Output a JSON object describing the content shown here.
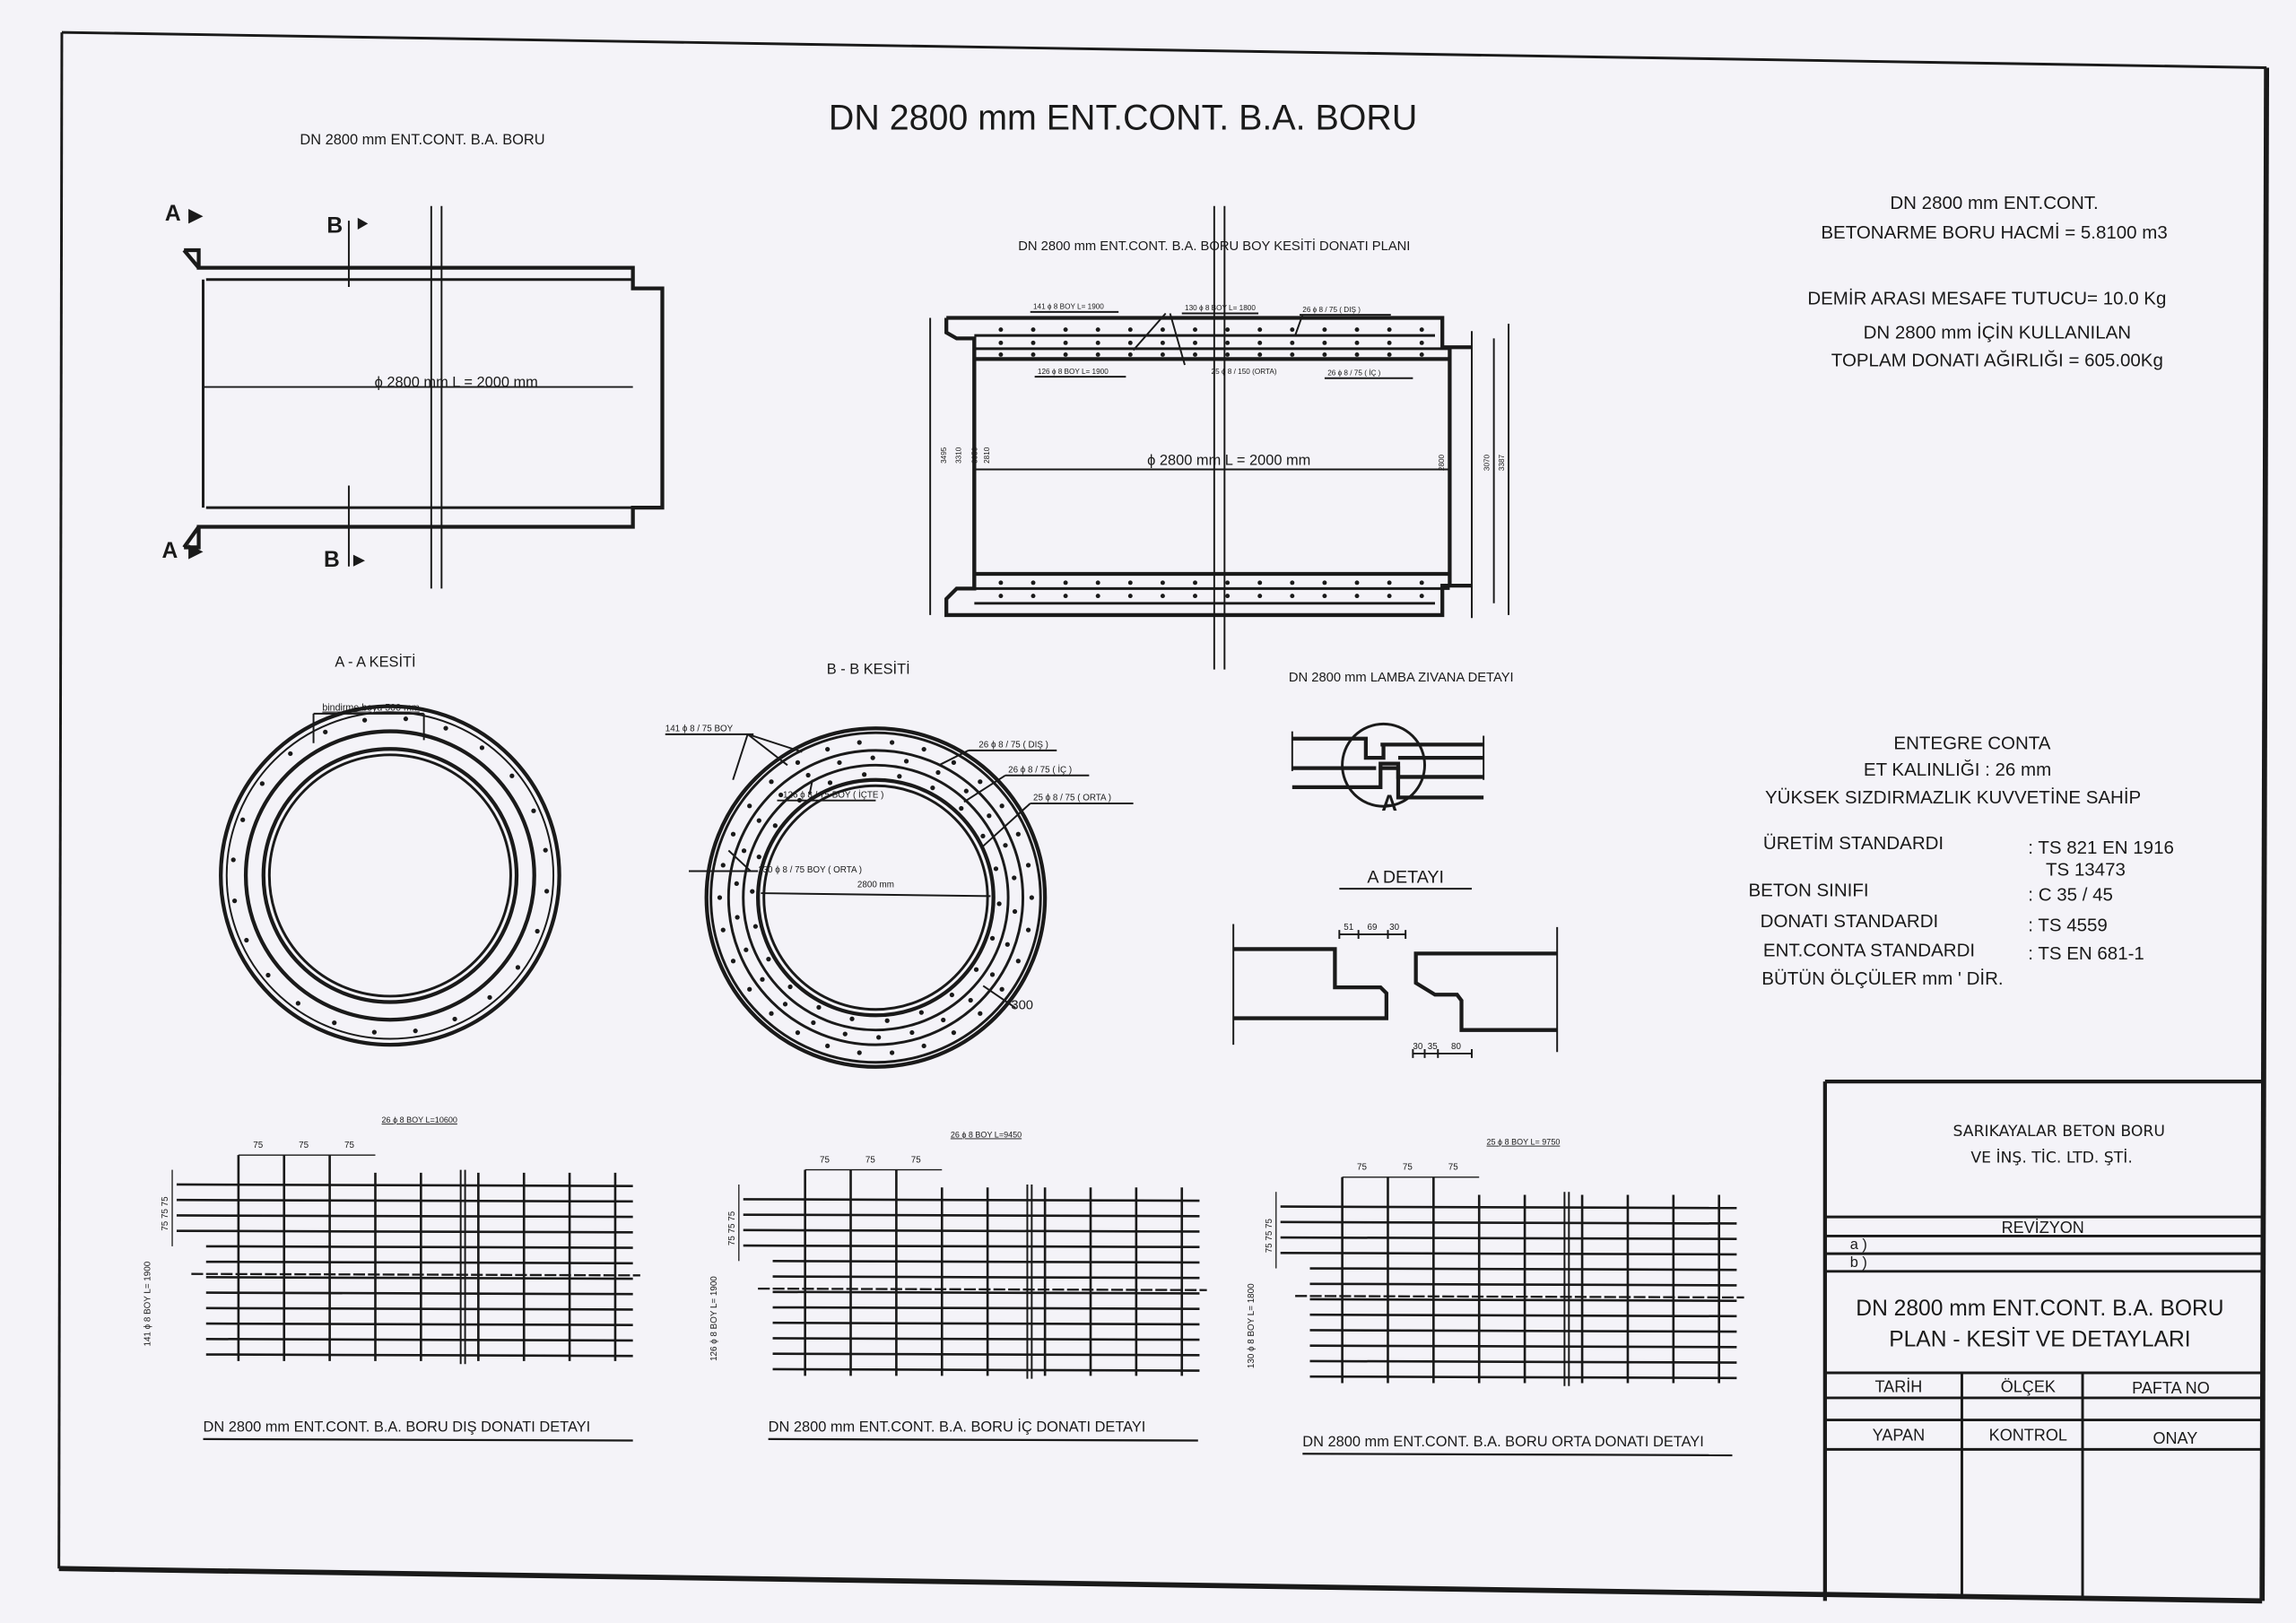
{
  "sheet": {
    "main_title": "DN 2800 mm ENT.CONT. B.A. BORU",
    "top_left_label": "DN 2800 mm ENT.CONT. B.A. BORU"
  },
  "plan_view": {
    "section_a": "A",
    "section_b": "B",
    "dimension": "ϕ 2800 mm L = 2000 mm"
  },
  "longitudinal": {
    "title": "DN 2800 mm ENT.CONT. B.A. BORU BOY KESİTİ DONATI PLANI",
    "labels": [
      "141 ϕ 8 BOY L= 1900",
      "130 ϕ 8 BOY L= 1800",
      "26 ϕ 8 / 75 ( DIŞ )",
      "126 ϕ 8 BOY L= 1900",
      "25 ϕ 8 / 150 (ORTA)",
      "26 ϕ 8 / 75 ( İÇ )"
    ],
    "dimension": "ϕ 2800 mm L = 2000 mm",
    "left_dims": [
      "3495",
      "3310",
      "3050",
      "2810"
    ],
    "right_dims": [
      "2800",
      "3070",
      "3387"
    ]
  },
  "section_aa": {
    "title": "A - A KESİTİ",
    "overlap_label": "bindirme boyu 500 mm"
  },
  "section_bb": {
    "title": "B - B KESİTİ",
    "labels": [
      "141 ϕ 8 / 75 BOY",
      "26 ϕ 8 / 75 ( DIŞ )",
      "26 ϕ 8 / 75 ( İÇ )",
      "126 ϕ 8 / 75 BOY ( İÇTE )",
      "25 ϕ 8 / 75 ( ORTA )",
      "130 ϕ 8 / 75 BOY ( ORTA )",
      "2800 mm",
      "300"
    ]
  },
  "joint_detail": {
    "title": "DN 2800 mm LAMBA ZIVANA DETAYI",
    "marker": "A",
    "detail_title": "A DETAYI",
    "top_dims": [
      "51",
      "69",
      "30"
    ],
    "bottom_dims": [
      "30",
      "35",
      "80"
    ]
  },
  "info": {
    "volume_line1": "DN 2800 mm ENT.CONT.",
    "volume_line2": "BETONARME BORU HACMİ = 5.8100 m3",
    "spacer": "DEMİR ARASI MESAFE TUTUCU= 10.0 Kg",
    "weight_line1": "DN 2800 mm İÇİN KULLANILAN",
    "weight_line2": "TOPLAM DONATI AĞIRLIĞI  =  605.00Kg",
    "gasket_title": "ENTEGRE CONTA",
    "gasket_thickness": "ET KALINLIĞI  : 26 mm",
    "gasket_desc": "YÜKSEK SIZDIRMAZLIK KUVVETİNE SAHİP",
    "specs": [
      {
        "label": "ÜRETİM STANDARDI",
        "value": ": TS 821 EN 1916"
      },
      {
        "label": "",
        "value": "TS 13473"
      },
      {
        "label": "BETON SINIFI",
        "value": ": C 35 / 45"
      },
      {
        "label": "DONATI STANDARDI",
        "value": ": TS 4559"
      },
      {
        "label": "ENT.CONTA STANDARDI",
        "value": ": TS EN 681-1"
      }
    ],
    "units_note": "BÜTÜN ÖLÇÜLER mm ' DİR."
  },
  "meshes": [
    {
      "top_label": "26 ϕ 8 BOY L=10600",
      "side_label": "141 ϕ 8 BOY L= 1900",
      "spacing": "75",
      "caption": "DN 2800 mm ENT.CONT. B.A. BORU DIŞ DONATI DETAYI"
    },
    {
      "top_label": "26 ϕ 8 BOY L=9450",
      "side_label": "126 ϕ 8 BOY L= 1900",
      "spacing": "75",
      "caption": "DN 2800 mm ENT.CONT. B.A. BORU İÇ DONATI DETAYI"
    },
    {
      "top_label": "25 ϕ 8 BOY L= 9750",
      "side_label": "130 ϕ 8 BOY L= 1800",
      "spacing": "75",
      "caption": "DN 2800 mm ENT.CONT. B.A. BORU ORTA DONATI DETAYI"
    }
  ],
  "title_block": {
    "company_line1": "SARIKAYALAR BETON BORU",
    "company_line2": "VE İNŞ. TİC. LTD. ŞTİ.",
    "revision": "REVİZYON",
    "rev_a": "a )",
    "rev_b": "b )",
    "drawing_title1": "DN 2800 mm ENT.CONT. B.A. BORU",
    "drawing_title2": "PLAN - KESİT VE DETAYLARI",
    "date": "TARİH",
    "scale": "ÖLÇEK",
    "sheet_no": "PAFTA NO",
    "drawn_by": "YAPAN",
    "checked": "KONTROL",
    "approved": "ONAY"
  }
}
